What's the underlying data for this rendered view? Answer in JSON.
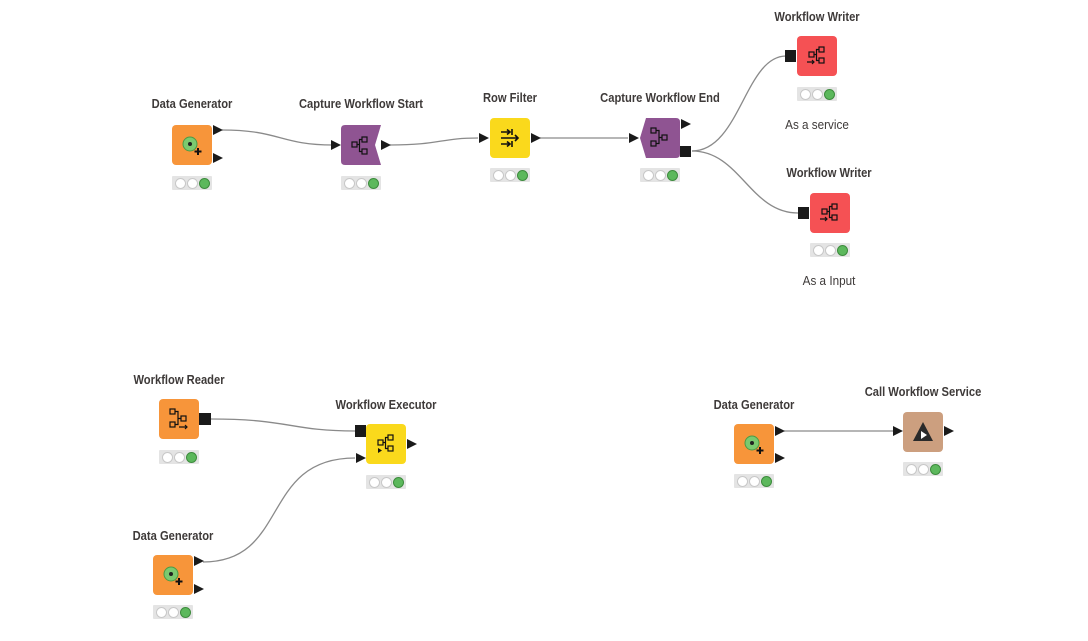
{
  "workflow": {
    "colors": {
      "source": "#f7953a",
      "manipulator": "#fad91c",
      "sink": "#f55154",
      "scope": "#8f5492",
      "service": "#cc9f7f",
      "connection": "#808080",
      "status_green": "#5cb85c"
    },
    "nodes": [
      {
        "id": "dg1",
        "label": "Data Generator",
        "type": "source",
        "icon": "data-generator-icon",
        "status": "executed"
      },
      {
        "id": "cws",
        "label": "Capture Workflow Start",
        "type": "scope",
        "icon": "workflow-icon",
        "status": "executed"
      },
      {
        "id": "rf",
        "label": "Row Filter",
        "type": "manipulator",
        "icon": "row-filter-icon",
        "status": "executed"
      },
      {
        "id": "cwe",
        "label": "Capture Workflow End",
        "type": "scope",
        "icon": "workflow-icon",
        "status": "executed"
      },
      {
        "id": "ww1",
        "label": "Workflow Writer",
        "type": "sink",
        "icon": "workflow-writer-icon",
        "status": "executed",
        "annotation": "As a service"
      },
      {
        "id": "ww2",
        "label": "Workflow Writer",
        "type": "sink",
        "icon": "workflow-writer-icon",
        "status": "executed",
        "annotation": "As a Input"
      },
      {
        "id": "wr",
        "label": "Workflow Reader",
        "type": "source",
        "icon": "workflow-reader-icon",
        "status": "executed"
      },
      {
        "id": "we",
        "label": "Workflow Executor",
        "type": "manipulator",
        "icon": "workflow-executor-icon",
        "status": "executed"
      },
      {
        "id": "dg2",
        "label": "Data Generator",
        "type": "source",
        "icon": "data-generator-icon",
        "status": "executed"
      },
      {
        "id": "dg3",
        "label": "Data Generator",
        "type": "source",
        "icon": "data-generator-icon",
        "status": "executed"
      },
      {
        "id": "cs",
        "label": "Call Workflow Service",
        "type": "service",
        "icon": "call-service-icon",
        "status": "executed"
      }
    ],
    "connections": [
      {
        "from": "dg1",
        "to": "cws"
      },
      {
        "from": "cws",
        "to": "rf"
      },
      {
        "from": "rf",
        "to": "cwe"
      },
      {
        "from": "cwe",
        "to": "ww1"
      },
      {
        "from": "cwe",
        "to": "ww2"
      },
      {
        "from": "wr",
        "to": "we"
      },
      {
        "from": "dg2",
        "to": "we"
      },
      {
        "from": "dg3",
        "to": "cs"
      }
    ]
  }
}
